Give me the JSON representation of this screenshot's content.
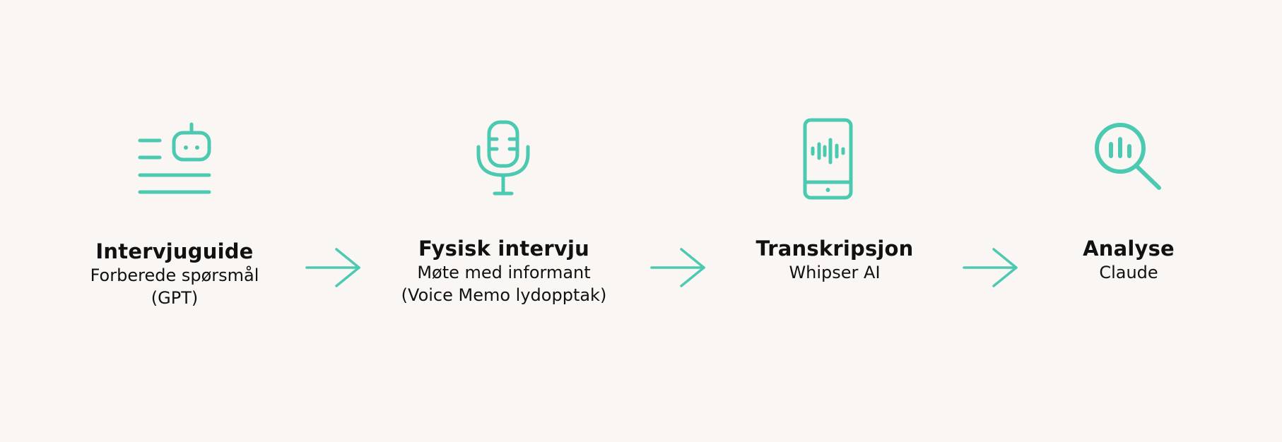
{
  "accent_color": "#4ccab1",
  "background_color": "#faf6f3",
  "steps": [
    {
      "icon": "robot-doc-icon",
      "title": "Intervjuguide",
      "lines": [
        "Forberede spørsmål",
        "(GPT)"
      ]
    },
    {
      "icon": "microphone-icon",
      "title": "Fysisk intervju",
      "lines": [
        "Møte med informant",
        "(Voice Memo lydopptak)"
      ]
    },
    {
      "icon": "phone-audio-icon",
      "title": "Transkripsjon",
      "lines": [
        "Whipser AI"
      ]
    },
    {
      "icon": "search-chart-icon",
      "title": "Analyse",
      "lines": [
        "Claude"
      ]
    }
  ],
  "connectors": [
    "arrow-right-icon",
    "arrow-right-icon",
    "arrow-right-icon"
  ]
}
